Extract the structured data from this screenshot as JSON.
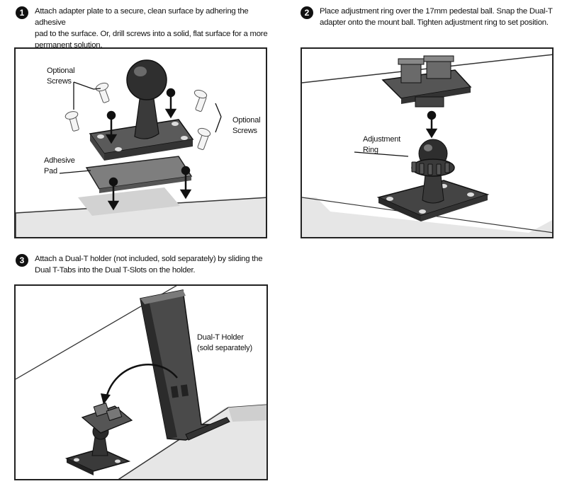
{
  "steps": [
    {
      "number": "1",
      "text_lines": [
        "Attach adapter plate to a secure, clean surface by adhering the adhesive",
        "pad to the surface. Or, drill screws into a solid, flat surface for a more",
        "permanent solution."
      ],
      "callouts": {
        "screws_left": [
          "Optional",
          "Screws"
        ],
        "screws_right": [
          "Optional",
          "Screws"
        ],
        "pad": [
          "Adhesive",
          "Pad"
        ]
      }
    },
    {
      "number": "2",
      "text_lines": [
        "Place adjustment ring over the 17mm pedestal ball. Snap the Dual-T",
        "adapter onto the mount ball. Tighten adjustment ring to set position."
      ],
      "callouts": {
        "ring": [
          "Adjustment",
          "Ring"
        ]
      }
    },
    {
      "number": "3",
      "text_lines": [
        "Attach a Dual-T holder (not included, sold separately) by sliding the",
        "Dual T-Tabs into the Dual T-Slots on the holder."
      ],
      "callouts": {
        "holder": [
          "Dual-T Holder",
          "(sold separately)"
        ]
      }
    }
  ]
}
